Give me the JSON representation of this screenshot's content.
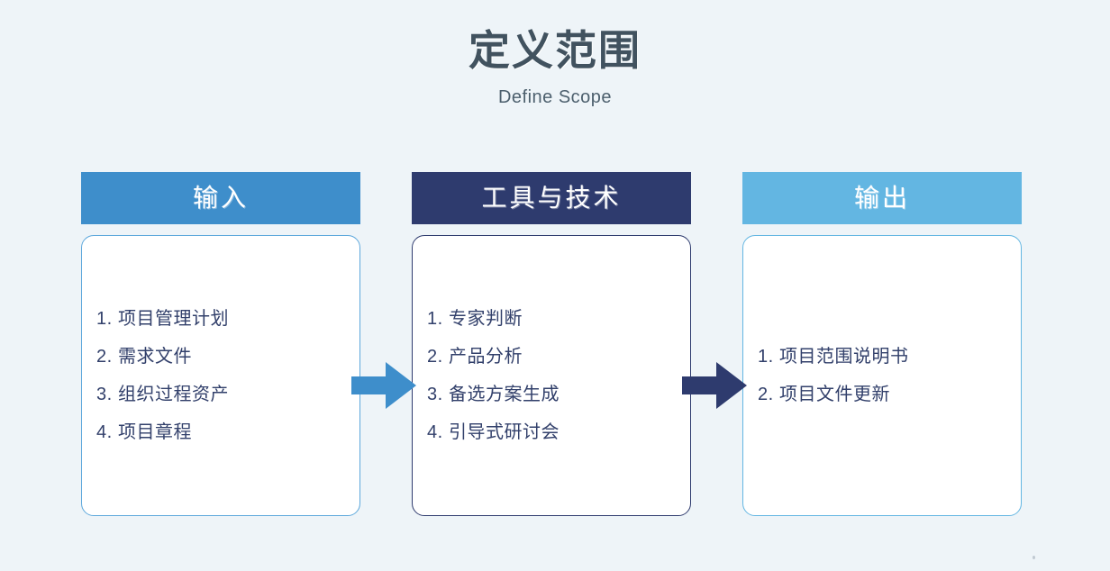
{
  "slide": {
    "background_color": "#eef4f8",
    "title": "定义范围",
    "subtitle": "Define Scope"
  },
  "columns": [
    {
      "key": "input",
      "header": "输入",
      "header_color": "#3e8ecb",
      "border_color": "#5da8dc",
      "items": [
        {
          "num": "1.",
          "text": "项目管理计划"
        },
        {
          "num": "2.",
          "text": "需求文件"
        },
        {
          "num": "3.",
          "text": "组织过程资产"
        },
        {
          "num": "4.",
          "text": "项目章程"
        }
      ]
    },
    {
      "key": "tools",
      "header": "工具与技术",
      "header_color": "#2e3b6e",
      "border_color": "#2e3b6e",
      "items": [
        {
          "num": "1.",
          "text": "专家判断"
        },
        {
          "num": "2.",
          "text": "产品分析"
        },
        {
          "num": "3.",
          "text": "备选方案生成"
        },
        {
          "num": "4.",
          "text": "引导式研讨会"
        }
      ]
    },
    {
      "key": "output",
      "header": "输出",
      "header_color": "#63b6e2",
      "border_color": "#63b6e2",
      "items": [
        {
          "num": "1.",
          "text": "项目范围说明书"
        },
        {
          "num": "2.",
          "text": "项目文件更新"
        }
      ]
    }
  ],
  "arrows": [
    {
      "name": "arrow-input-to-tools",
      "color": "#3e8ecb"
    },
    {
      "name": "arrow-tools-to-output",
      "color": "#2e3b6e"
    }
  ],
  "text_colors": {
    "title": "#41525f",
    "subtitle": "#4c5f6d",
    "list_item": "#32406b",
    "header_label": "#ffffff"
  }
}
